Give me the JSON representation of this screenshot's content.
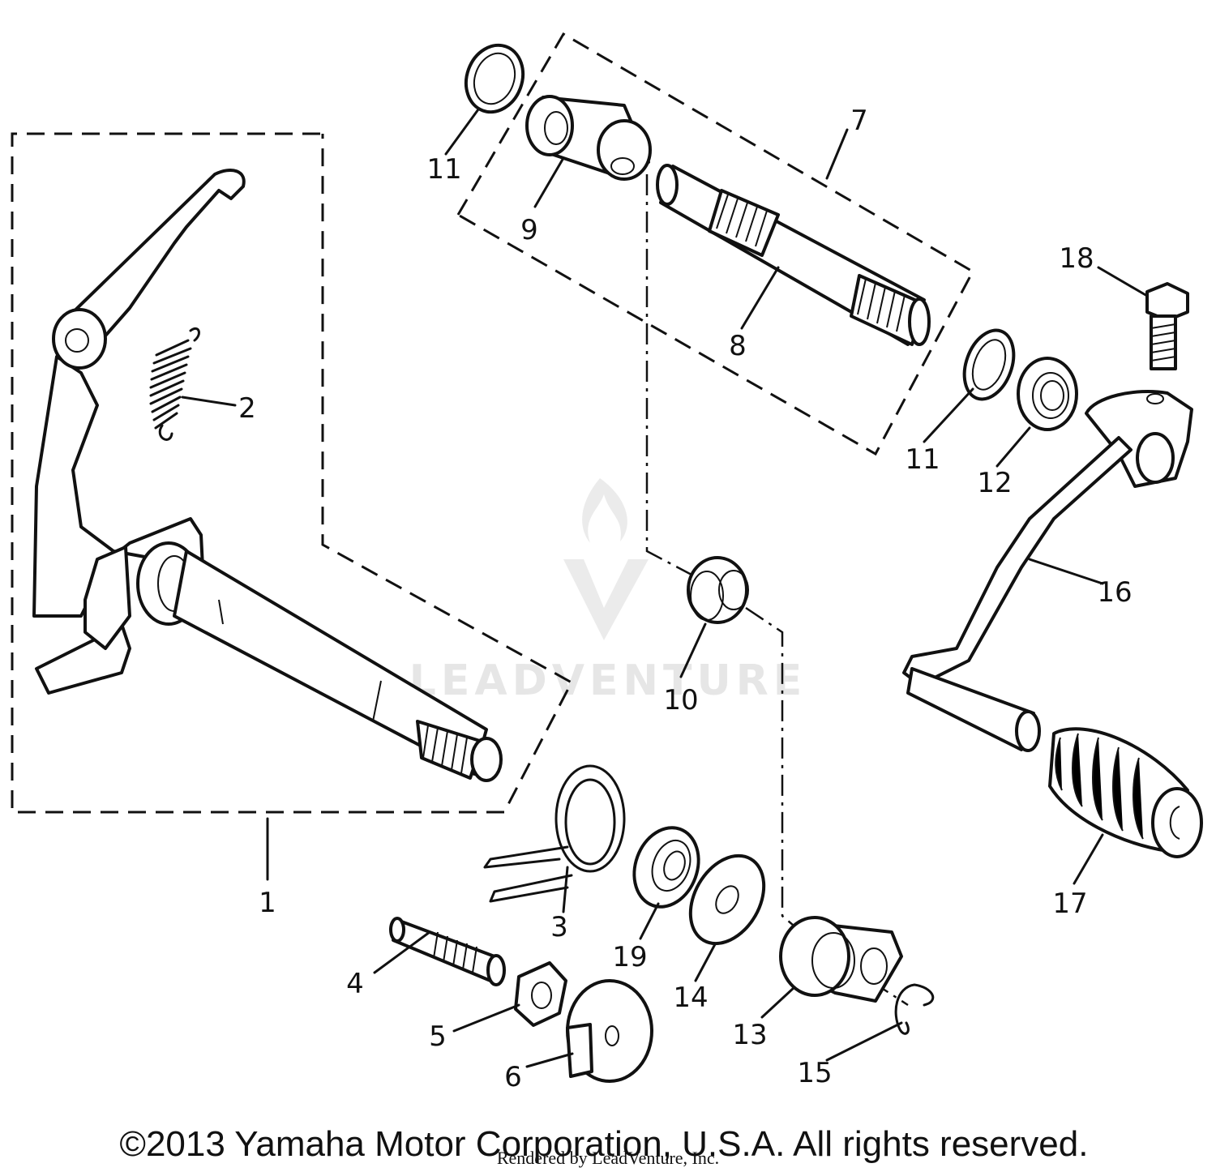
{
  "diagram": {
    "callouts": [
      "1",
      "2",
      "3",
      "4",
      "5",
      "6",
      "7",
      "8",
      "9",
      "10",
      "11",
      "11",
      "12",
      "13",
      "14",
      "15",
      "16",
      "17",
      "18",
      "19"
    ]
  },
  "watermark": {
    "text": "LEADVENTURE"
  },
  "footer": {
    "copyright": "©2013 Yamaha Motor Corporation, U.S.A. All rights reserved.",
    "rendered_by": "Rendered by LeadVenture, Inc."
  }
}
